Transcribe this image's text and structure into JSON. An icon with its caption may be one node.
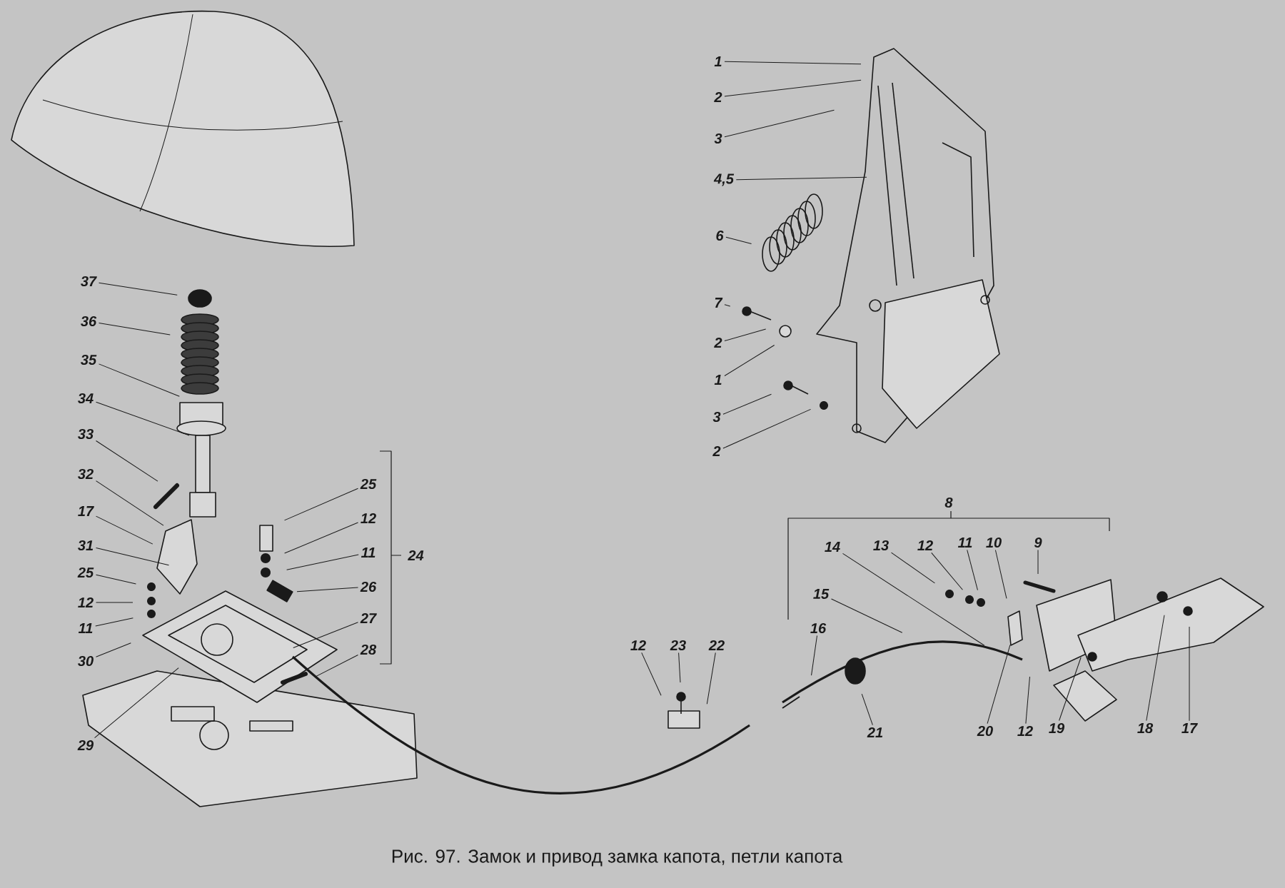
{
  "diagram": {
    "caption": "Рис. 97. Замок и привод замка капота, петли капота",
    "nodes": [
      {
        "text": [
          "37"
        ]
      },
      {
        "text": [
          "36"
        ]
      },
      {
        "text": [
          "35"
        ]
      },
      {
        "text": [
          "34"
        ]
      },
      {
        "text": [
          "33"
        ]
      },
      {
        "text": [
          "32"
        ]
      },
      {
        "text": [
          "17"
        ]
      },
      {
        "text": [
          "31"
        ]
      },
      {
        "text": [
          "25"
        ]
      },
      {
        "text": [
          "12"
        ]
      },
      {
        "text": [
          "11"
        ]
      },
      {
        "text": [
          "30"
        ]
      },
      {
        "text": [
          "29"
        ]
      },
      {
        "text": [
          "25"
        ]
      },
      {
        "text": [
          "12"
        ]
      },
      {
        "text": [
          "11"
        ]
      },
      {
        "text": [
          "26"
        ]
      },
      {
        "text": [
          "27"
        ]
      },
      {
        "text": [
          "28"
        ]
      },
      {
        "text": [
          "1"
        ]
      },
      {
        "text": [
          "2"
        ]
      },
      {
        "text": [
          "3"
        ]
      },
      {
        "text": [
          "4,5"
        ]
      },
      {
        "text": [
          "6"
        ]
      },
      {
        "text": [
          "7"
        ]
      },
      {
        "text": [
          "2"
        ]
      },
      {
        "text": [
          "1"
        ]
      },
      {
        "text": [
          "3"
        ]
      },
      {
        "text": [
          "2"
        ]
      },
      {
        "text": [
          "14"
        ]
      },
      {
        "text": [
          "13"
        ]
      },
      {
        "text": [
          "12"
        ]
      },
      {
        "text": [
          "11"
        ]
      },
      {
        "text": [
          "10"
        ]
      },
      {
        "text": [
          "9"
        ]
      },
      {
        "text": [
          "15"
        ]
      },
      {
        "text": [
          "16"
        ]
      },
      {
        "text": [
          "12"
        ]
      },
      {
        "text": [
          "23"
        ]
      },
      {
        "text": [
          "22"
        ]
      },
      {
        "text": [
          "21"
        ]
      },
      {
        "text": [
          "20"
        ]
      },
      {
        "text": [
          "12"
        ]
      },
      {
        "text": [
          "19"
        ]
      },
      {
        "text": [
          "18"
        ]
      },
      {
        "text": [
          "17"
        ]
      }
    ],
    "edges": [
      {
        "from": 0,
        "to": null,
        "arrow": "none"
      },
      {
        "from": 1,
        "to": null,
        "arrow": "none"
      },
      {
        "from": 2,
        "to": null,
        "arrow": "none"
      },
      {
        "from": 3,
        "to": null,
        "arrow": "none"
      },
      {
        "from": 4,
        "to": null,
        "arrow": "none"
      },
      {
        "from": 5,
        "to": null,
        "arrow": "none"
      },
      {
        "from": 6,
        "to": null,
        "arrow": "none"
      },
      {
        "from": 7,
        "to": null,
        "arrow": "none"
      },
      {
        "from": 8,
        "to": null,
        "arrow": "none"
      },
      {
        "from": 9,
        "to": null,
        "arrow": "none"
      },
      {
        "from": 10,
        "to": null,
        "arrow": "none"
      },
      {
        "from": 11,
        "to": null,
        "arrow": "none"
      },
      {
        "from": 12,
        "to": null,
        "arrow": "none"
      },
      {
        "from": 13,
        "to": null,
        "arrow": "none"
      },
      {
        "from": 14,
        "to": null,
        "arrow": "none"
      },
      {
        "from": 15,
        "to": null,
        "arrow": "none"
      },
      {
        "from": 16,
        "to": null,
        "arrow": "none"
      },
      {
        "from": 17,
        "to": null,
        "arrow": "none"
      },
      {
        "from": 18,
        "to": null,
        "arrow": "none"
      },
      {
        "from": 19,
        "to": null,
        "arrow": "none"
      },
      {
        "from": 20,
        "to": null,
        "arrow": "none"
      },
      {
        "from": 21,
        "to": null,
        "arrow": "none"
      },
      {
        "from": 22,
        "to": null,
        "arrow": "none"
      },
      {
        "from": 23,
        "to": null,
        "arrow": "none"
      },
      {
        "from": 24,
        "to": null,
        "arrow": "none"
      },
      {
        "from": 25,
        "to": null,
        "arrow": "none"
      },
      {
        "from": 26,
        "to": null,
        "arrow": "none"
      },
      {
        "from": 27,
        "to": null,
        "arrow": "none"
      },
      {
        "from": 28,
        "to": null,
        "arrow": "none"
      },
      {
        "from": 29,
        "to": null,
        "arrow": "none"
      },
      {
        "from": 30,
        "to": null,
        "arrow": "none"
      },
      {
        "from": 31,
        "to": null,
        "arrow": "none"
      },
      {
        "from": 32,
        "to": null,
        "arrow": "none"
      },
      {
        "from": 33,
        "to": null,
        "arrow": "none"
      },
      {
        "from": 34,
        "to": null,
        "arrow": "none"
      },
      {
        "from": 35,
        "to": null,
        "arrow": "none"
      },
      {
        "from": 36,
        "to": null,
        "arrow": "none"
      },
      {
        "from": 37,
        "to": null,
        "arrow": "none"
      },
      {
        "from": 38,
        "to": null,
        "arrow": "none"
      },
      {
        "from": 39,
        "to": null,
        "arrow": "none"
      },
      {
        "from": 40,
        "to": null,
        "arrow": "none"
      },
      {
        "from": 41,
        "to": null,
        "arrow": "none"
      },
      {
        "from": 42,
        "to": null,
        "arrow": "none"
      },
      {
        "from": 43,
        "to": null,
        "arrow": "none"
      },
      {
        "from": 44,
        "to": null,
        "arrow": "none"
      },
      {
        "from": 45,
        "to": null,
        "arrow": "none"
      }
    ],
    "labels": [
      "24",
      "8"
    ]
  }
}
